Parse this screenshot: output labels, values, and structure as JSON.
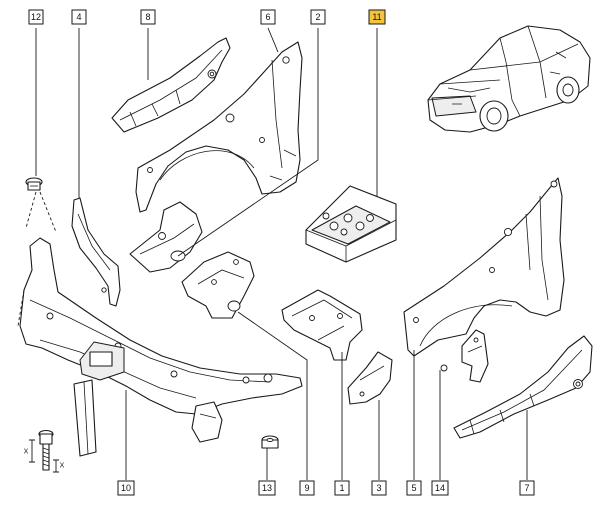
{
  "callouts": [
    {
      "id": "12",
      "label": "12",
      "highlighted": false
    },
    {
      "id": "4",
      "label": "4",
      "highlighted": false
    },
    {
      "id": "8",
      "label": "8",
      "highlighted": false
    },
    {
      "id": "6",
      "label": "6",
      "highlighted": false
    },
    {
      "id": "2",
      "label": "2",
      "highlighted": false
    },
    {
      "id": "11",
      "label": "11",
      "highlighted": true
    },
    {
      "id": "10",
      "label": "10",
      "highlighted": false
    },
    {
      "id": "13",
      "label": "13",
      "highlighted": false
    },
    {
      "id": "9",
      "label": "9",
      "highlighted": false
    },
    {
      "id": "1",
      "label": "1",
      "highlighted": false
    },
    {
      "id": "3",
      "label": "3",
      "highlighted": false
    },
    {
      "id": "5",
      "label": "5",
      "highlighted": false
    },
    {
      "id": "14",
      "label": "14",
      "highlighted": false
    },
    {
      "id": "7",
      "label": "7",
      "highlighted": false
    }
  ],
  "bolt_dimension_labels": [
    "X",
    "X"
  ],
  "colors": {
    "highlight": "#f4c43a",
    "line": "#1a1a1a",
    "background": "#ffffff"
  }
}
